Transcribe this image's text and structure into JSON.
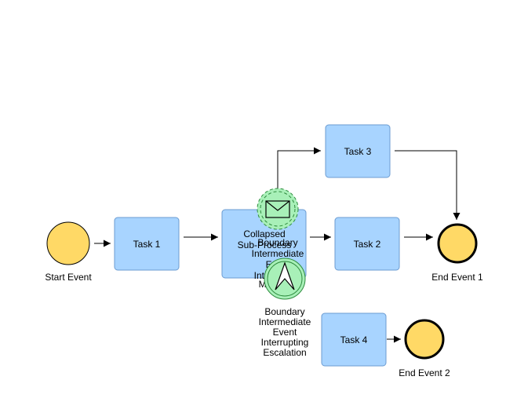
{
  "nodes": {
    "start_event": {
      "label": "Start Event",
      "type": "start-event"
    },
    "task_1": {
      "label": "Task 1",
      "type": "task"
    },
    "subprocess": {
      "label_lines": [
        "Collapsed",
        "Sub-Process"
      ],
      "type": "collapsed-sub-process"
    },
    "task_2": {
      "label": "Task 2",
      "type": "task"
    },
    "task_3": {
      "label": "Task 3",
      "type": "task"
    },
    "task_4": {
      "label": "Task 4",
      "type": "task"
    },
    "end_event_1": {
      "label": "End Event 1",
      "type": "end-event"
    },
    "end_event_2": {
      "label": "End Event 2",
      "type": "end-event"
    },
    "boundary_message": {
      "label_lines": [
        "Boundary",
        "Intermediate",
        "Event",
        "Interrupting",
        "Message"
      ],
      "type": "boundary-non-interrupting-message",
      "icon": "envelope-icon"
    },
    "boundary_escalation": {
      "label_lines": [
        "Boundary",
        "Intermediate",
        "Event",
        "Interrupting",
        "Escalation"
      ],
      "type": "boundary-interrupting-escalation",
      "icon": "escalation-arrow-icon"
    }
  },
  "colors": {
    "task_fill": "#99ccff",
    "event_fill": "#ffd966",
    "boundary_fill": "#a8f0b8",
    "boundary_stroke": "#2e8b3e"
  }
}
